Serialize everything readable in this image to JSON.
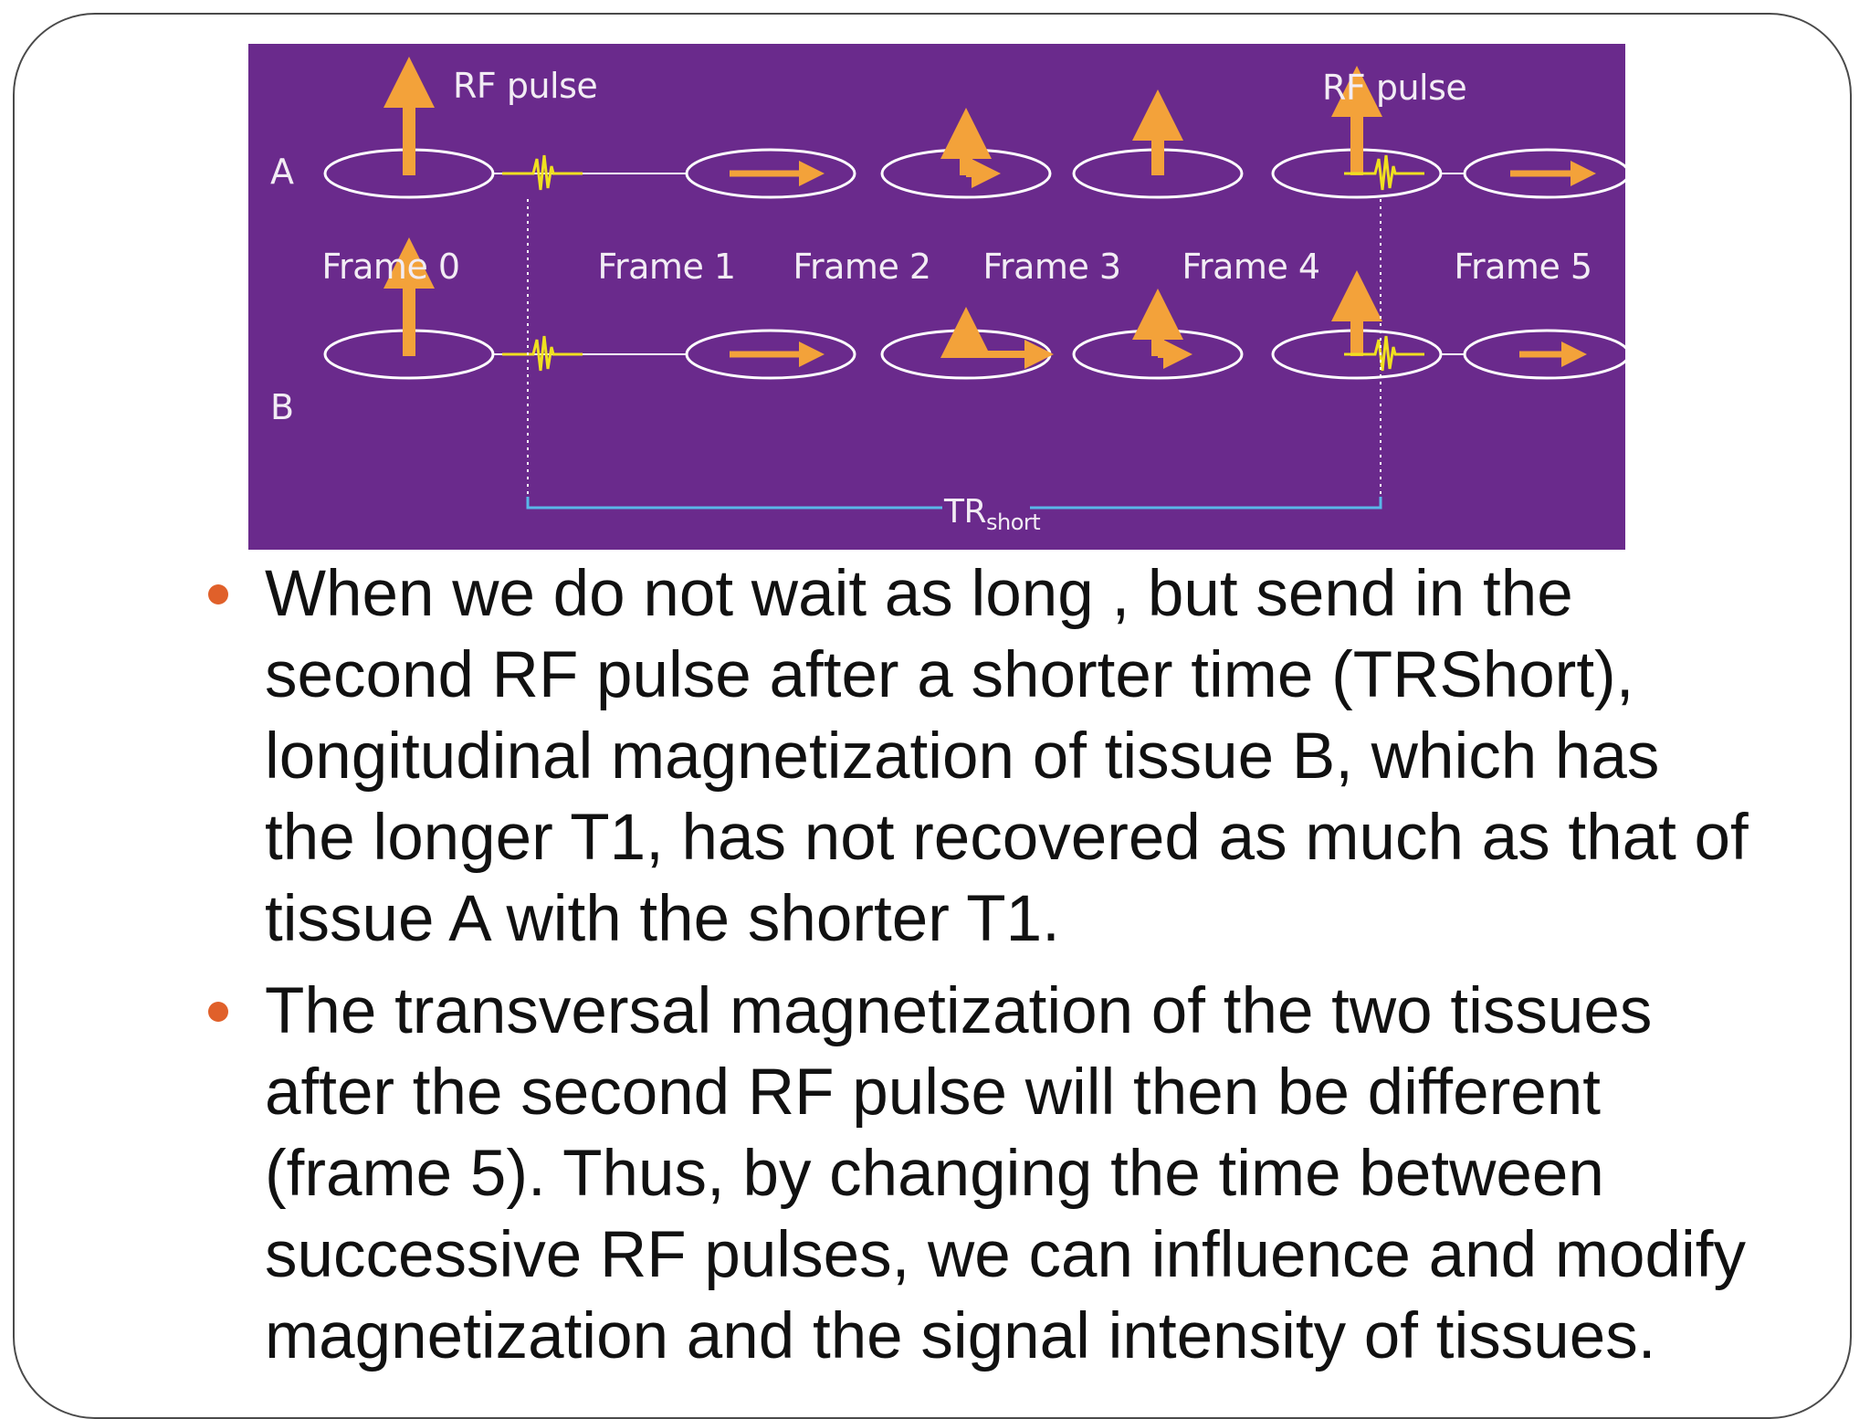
{
  "diagram": {
    "rf_pulse_label_left": "RF pulse",
    "rf_pulse_label_right": "RF pulse",
    "row_a_label": "A",
    "row_b_label": "B",
    "frames": [
      "Frame 0",
      "Frame 1",
      "Frame 2",
      "Frame 3",
      "Frame 4",
      "Frame 5"
    ],
    "tr_label": "TR",
    "tr_subscript": "short",
    "colors": {
      "background": "#6a2a8c",
      "arrow": "#f3a23a",
      "pulse": "#f0e020",
      "tr_line": "#59b7e8",
      "ellipse": "#ffffff"
    }
  },
  "bullets": [
    "When we do not wait as long , but send in the second RF pulse after a shorter time (TRShort), longitudinal magnetization of tissue B, which has the longer T1, has not recovered as much as that of tissue A with the shorter T1.",
    "The transversal magnetization of the two tissues after the second RF pulse will then be different (frame 5). Thus, by changing the time between successive RF pulses, we can influence and modify magnetization and the signal intensity of tissues."
  ],
  "bullet_color": "#e0602a"
}
